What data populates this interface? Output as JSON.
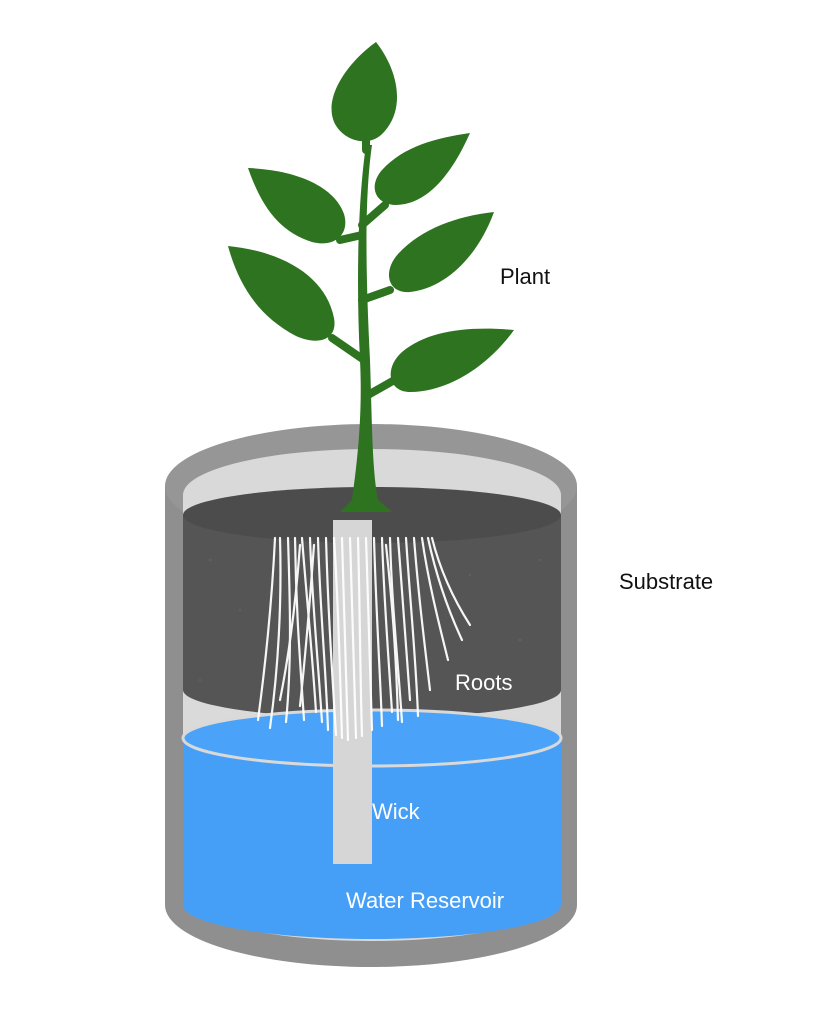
{
  "labels": {
    "plant": "Plant",
    "substrate": "Substrate",
    "roots": "Roots",
    "wick": "Wick",
    "water_reservoir": "Water Reservoir"
  },
  "colors": {
    "pot_outer": "#8f8f8f",
    "pot_inner": "#d9d9d9",
    "substrate": "#555555",
    "water": "#469ff7",
    "wick": "#d6d6d6",
    "roots": "#ffffff",
    "plant": "#2e7320",
    "label_dark": "#111111",
    "label_light": "#ffffff"
  },
  "parts": [
    "plant",
    "roots",
    "substrate",
    "wick",
    "water-reservoir",
    "pot"
  ]
}
